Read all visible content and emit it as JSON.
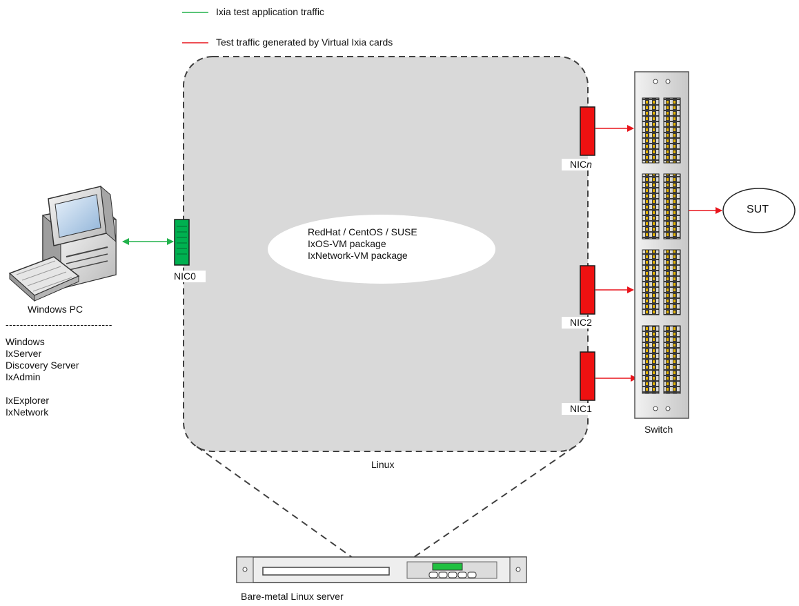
{
  "legend": {
    "items": [
      {
        "label": "Ixia test application traffic",
        "color": "#22b24c"
      },
      {
        "label": "Test traffic generated by Virtual Ixia cards",
        "color": "#e8141b"
      }
    ]
  },
  "linux_box": {
    "label": "Linux",
    "fill": "#d9d9d9",
    "os_lines": [
      "RedHat / CentOS / SUSE",
      "IxOS-VM package",
      "IxNetwork-VM package"
    ]
  },
  "nics": {
    "nic0": {
      "label": "NIC0",
      "color": "#00b050"
    },
    "nicn": {
      "prefix": "NIC",
      "suffix": "n",
      "color": "#ee1111"
    },
    "nic2": {
      "label": "NIC2",
      "color": "#ee1111"
    },
    "nic1": {
      "label": "NIC1",
      "color": "#ee1111"
    }
  },
  "windows_pc": {
    "label": "Windows PC",
    "divider": "------------------------------",
    "software": [
      "Windows",
      "IxServer",
      "Discovery Server",
      "IxAdmin",
      "",
      "IxExplorer",
      "IxNetwork"
    ]
  },
  "switch": {
    "label": "Switch"
  },
  "sut": {
    "label": "SUT"
  },
  "server": {
    "label": "Bare-metal Linux server"
  }
}
